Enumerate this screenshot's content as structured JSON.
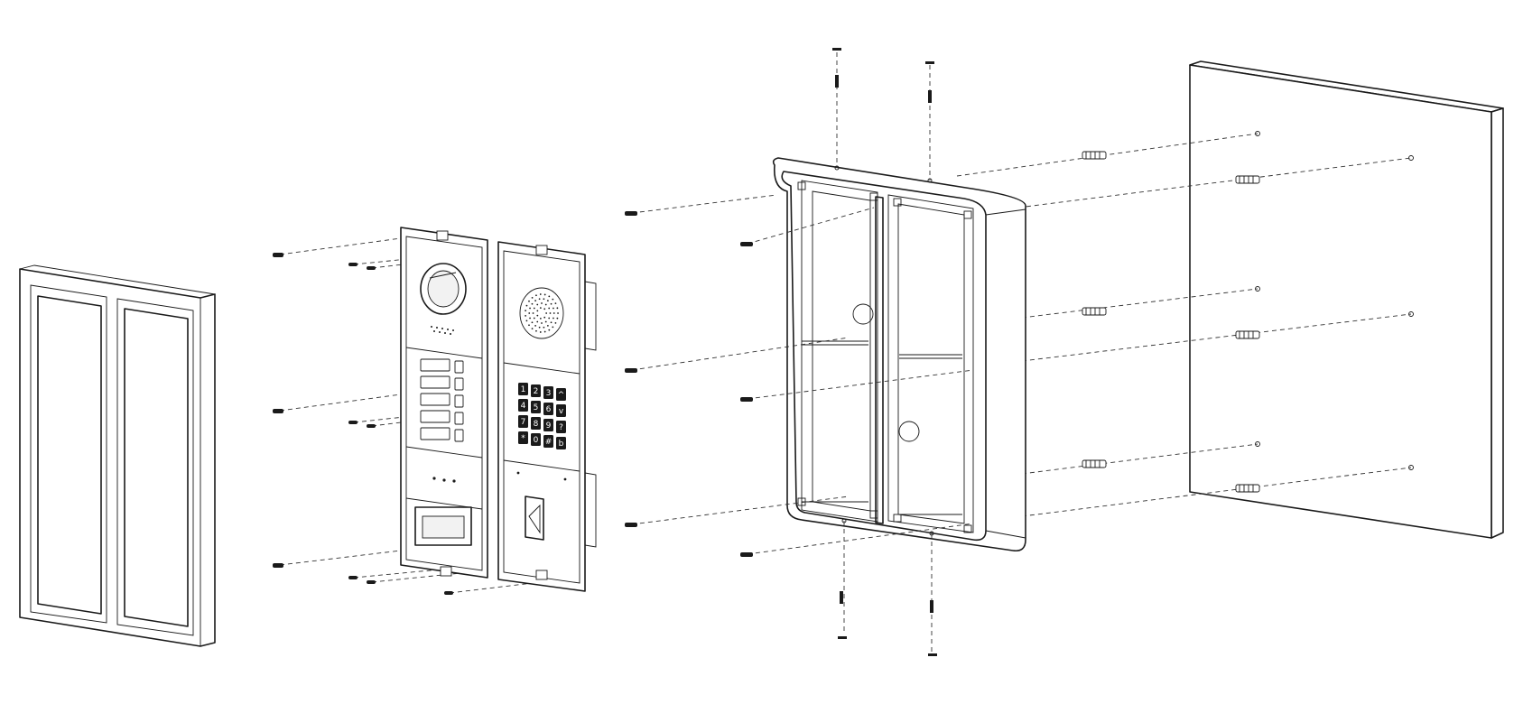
{
  "diagram": {
    "parts": [
      {
        "id": "front-frame",
        "icon": "frame-icon"
      },
      {
        "id": "camera-module",
        "icon": "camera-icon"
      },
      {
        "id": "keypad-module",
        "icon": "keypad-icon"
      },
      {
        "id": "surface-mount-box",
        "icon": "backbox-icon"
      },
      {
        "id": "wall",
        "icon": "wall-icon"
      }
    ],
    "keypad": {
      "keys": [
        "1",
        "2",
        "3",
        "^",
        "4",
        "5",
        "6",
        "v",
        "7",
        "8",
        "9",
        "?",
        "*",
        "0",
        "#",
        "b"
      ]
    },
    "colors": {
      "line": "#1a1a1a",
      "background": "#ffffff"
    }
  }
}
